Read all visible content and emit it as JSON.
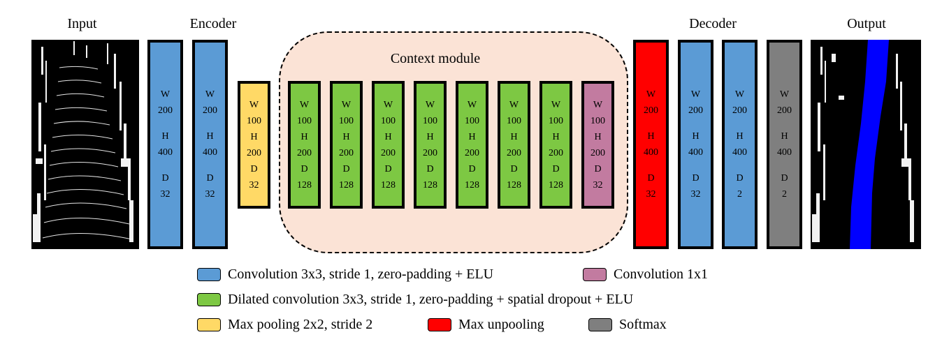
{
  "headers": {
    "input": "Input",
    "encoder": "Encoder",
    "decoder": "Decoder",
    "output": "Output"
  },
  "context_title": "Context module",
  "colors": {
    "conv": "#5b9bd5",
    "dilated": "#7dc843",
    "maxpool": "#ffd966",
    "conv1x1": "#c27ba0",
    "unpool": "#ff0000",
    "softmax": "#7f7f7f",
    "context_bg": "#fbe3d6",
    "road": "#0000ff"
  },
  "blocks": [
    {
      "id": "enc-conv-1",
      "type": "conv",
      "w": "W",
      "w_val": "200",
      "h": "H",
      "h_val": "400",
      "d": "D",
      "d_val": "32"
    },
    {
      "id": "enc-conv-2",
      "type": "conv",
      "w": "W",
      "w_val": "200",
      "h": "H",
      "h_val": "400",
      "d": "D",
      "d_val": "32"
    },
    {
      "id": "maxpool",
      "type": "maxpool",
      "w": "W",
      "w_val": "100",
      "h": "H",
      "h_val": "200",
      "d": "D",
      "d_val": "32"
    },
    {
      "id": "dilated-1",
      "type": "dilated",
      "w": "W",
      "w_val": "100",
      "h": "H",
      "h_val": "200",
      "d": "D",
      "d_val": "128"
    },
    {
      "id": "dilated-2",
      "type": "dilated",
      "w": "W",
      "w_val": "100",
      "h": "H",
      "h_val": "200",
      "d": "D",
      "d_val": "128"
    },
    {
      "id": "dilated-3",
      "type": "dilated",
      "w": "W",
      "w_val": "100",
      "h": "H",
      "h_val": "200",
      "d": "D",
      "d_val": "128"
    },
    {
      "id": "dilated-4",
      "type": "dilated",
      "w": "W",
      "w_val": "100",
      "h": "H",
      "h_val": "200",
      "d": "D",
      "d_val": "128"
    },
    {
      "id": "dilated-5",
      "type": "dilated",
      "w": "W",
      "w_val": "100",
      "h": "H",
      "h_val": "200",
      "d": "D",
      "d_val": "128"
    },
    {
      "id": "dilated-6",
      "type": "dilated",
      "w": "W",
      "w_val": "100",
      "h": "H",
      "h_val": "200",
      "d": "D",
      "d_val": "128"
    },
    {
      "id": "dilated-7",
      "type": "dilated",
      "w": "W",
      "w_val": "100",
      "h": "H",
      "h_val": "200",
      "d": "D",
      "d_val": "128"
    },
    {
      "id": "conv1x1",
      "type": "conv1x1",
      "w": "W",
      "w_val": "100",
      "h": "H",
      "h_val": "200",
      "d": "D",
      "d_val": "32"
    },
    {
      "id": "unpool",
      "type": "unpool",
      "w": "W",
      "w_val": "200",
      "h": "H",
      "h_val": "400",
      "d": "D",
      "d_val": "32"
    },
    {
      "id": "dec-conv-1",
      "type": "conv",
      "w": "W",
      "w_val": "200",
      "h": "H",
      "h_val": "400",
      "d": "D",
      "d_val": "32"
    },
    {
      "id": "dec-conv-2",
      "type": "conv",
      "w": "W",
      "w_val": "200",
      "h": "H",
      "h_val": "400",
      "d": "D",
      "d_val": "2"
    },
    {
      "id": "softmax",
      "type": "softmax",
      "w": "W",
      "w_val": "200",
      "h": "H",
      "h_val": "400",
      "d": "D",
      "d_val": "2"
    }
  ],
  "legend": [
    {
      "type": "conv",
      "label": "Convolution 3x3, stride 1, zero-padding + ELU"
    },
    {
      "type": "conv1x1",
      "label": "Convolution 1x1"
    },
    {
      "type": "dilated",
      "label": "Dilated convolution 3x3, stride 1, zero-padding + spatial dropout + ELU"
    },
    {
      "type": "maxpool",
      "label": "Max pooling 2x2, stride 2"
    },
    {
      "type": "unpool",
      "label": "Max unpooling"
    },
    {
      "type": "softmax",
      "label": "Softmax"
    }
  ]
}
